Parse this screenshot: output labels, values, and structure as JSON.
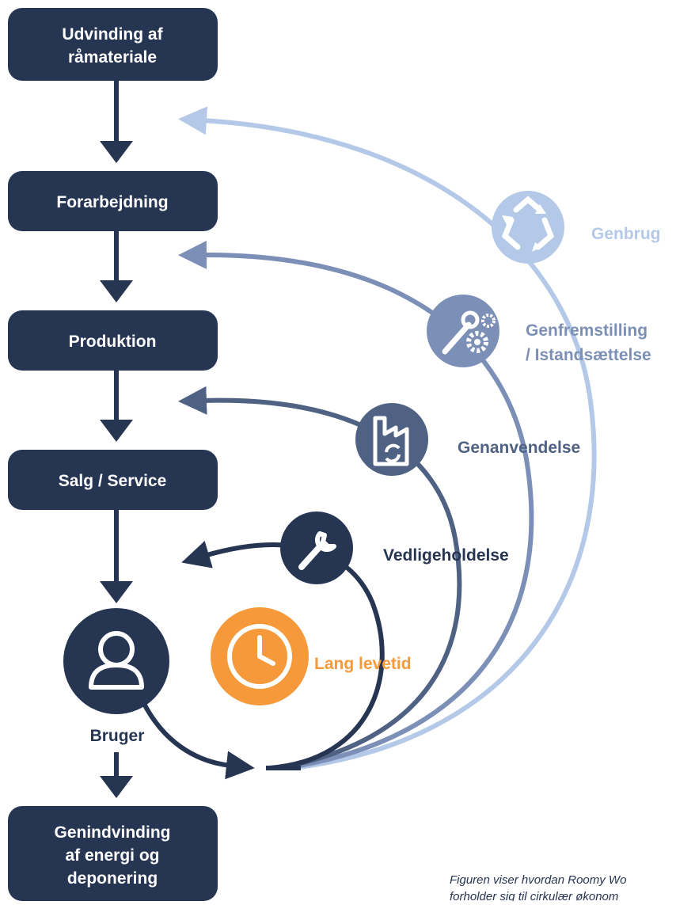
{
  "steps": {
    "extraction": [
      "Udvinding af",
      "råmateriale"
    ],
    "processing": "Forarbejdning",
    "production": "Produktion",
    "sales": "Salg / Service",
    "user": "Bruger",
    "recovery": [
      "Genindvinding",
      "af energi og",
      "deponering"
    ]
  },
  "loops": {
    "recycling": "Genbrug",
    "remanufacturing": [
      "Genfremstilling",
      "/ Istandsættelse"
    ],
    "reuse": "Genanvendelse",
    "maintenance": "Vedligeholdelse",
    "longevity": "Lang levetid"
  },
  "caption": [
    "Figuren viser hvordan Roomy Wo",
    "forholder sig til cirkulær økonom"
  ],
  "colors": {
    "navy": "#263552",
    "slate": "#4f6283",
    "steel": "#7c8fb6",
    "light_blue": "#b4c8e8",
    "orange": "#f5993a",
    "white": "#ffffff"
  },
  "icons": {
    "recycling": "recycle-icon",
    "remanufacturing": "wrench-gears-icon",
    "reuse": "factory-refresh-icon",
    "maintenance": "wrench-icon",
    "longevity": "clock-icon",
    "user": "user-icon"
  }
}
